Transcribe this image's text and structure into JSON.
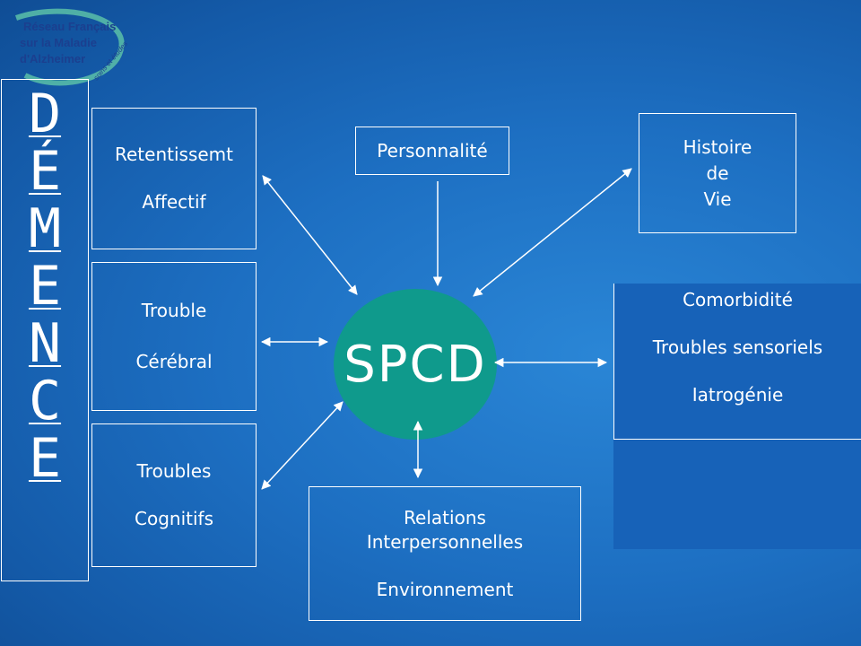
{
  "logo": {
    "lines": [
      "Réseau Français",
      "sur la Maladie",
      "d'Alzheimer"
    ],
    "tagline": "soins et études"
  },
  "demence": {
    "letters": [
      "D",
      "É",
      "M",
      "E",
      "N",
      "C",
      "E"
    ]
  },
  "center": {
    "label": "SPCD"
  },
  "boxes": {
    "retentissement": {
      "line1": "Retentissemt",
      "line2": "Affectif"
    },
    "trouble_cerebral": {
      "line1": "Trouble",
      "line2": "Cérébral"
    },
    "troubles_cognitifs": {
      "line1": "Troubles",
      "line2": "Cognitifs"
    },
    "personnalite": {
      "label": "Personnalité"
    },
    "histoire": {
      "line1": "Histoire",
      "line2": "de",
      "line3": "Vie"
    },
    "comorbidite": {
      "line1": "Comorbidité",
      "line2": "Troubles sensoriels",
      "line3": "Iatrogénie"
    },
    "relations": {
      "line1": "Relations",
      "line2": "Interpersonnelles",
      "line3": "Environnement"
    }
  },
  "colors": {
    "background": "#1d6fc2",
    "center_ellipse": "#0f9a8c",
    "logo_text": "#1b3f8f",
    "logo_swoosh": "#5bc0a8",
    "line_color": "#ffffff"
  }
}
